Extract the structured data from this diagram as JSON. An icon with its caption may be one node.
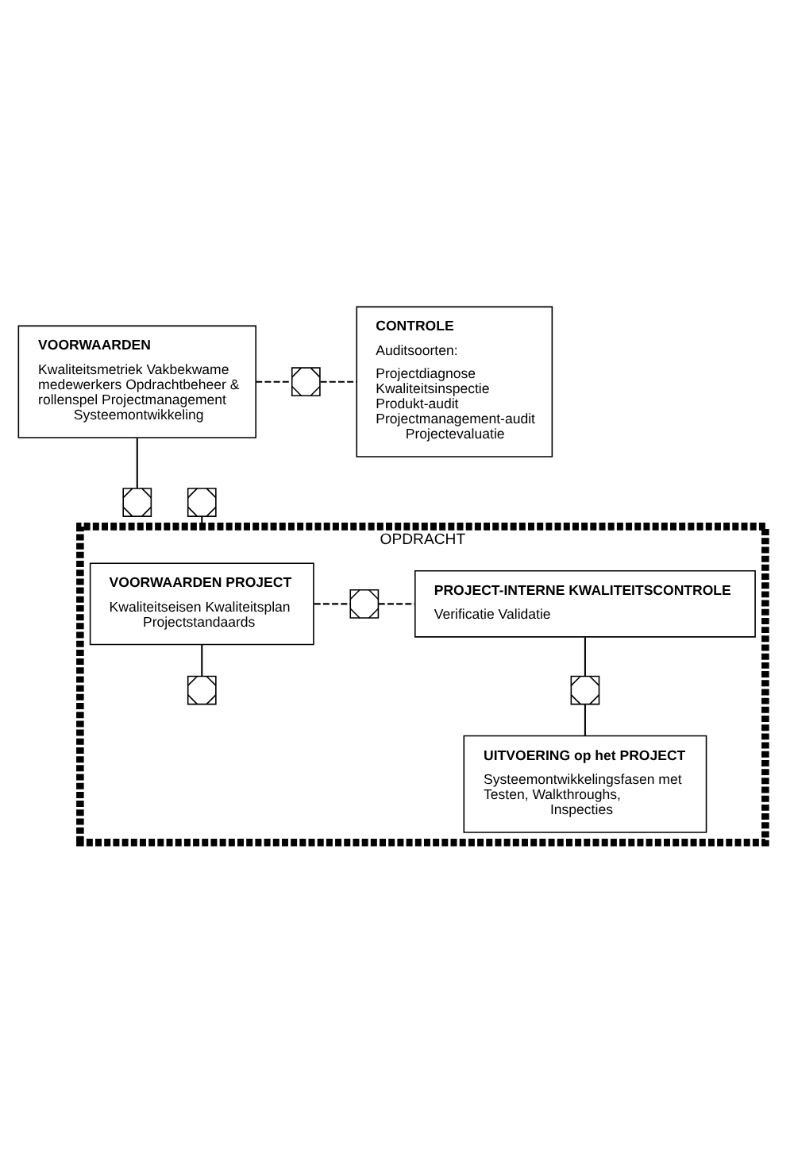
{
  "diagram": {
    "nodes": [
      {
        "text": [],
        "shape": "box"
      },
      {
        "text": [
          "VOORWAARDEN",
          "Kwaliteitsmetriek Vakbekwame medewerkers Opdrachtbeheer & rollenspel Projectmanagement Systeemontwikkeling"
        ]
      },
      {
        "text": [
          "CONTROLE",
          "Auditsoorten:",
          "Projectdiagnose Kwaliteitsinspectie Produkt-audit Projectmanagement-audit Projectevaluatie"
        ]
      },
      {
        "text": [],
        "shape": "box"
      },
      {
        "text": [],
        "shape": "box"
      },
      {
        "text": [
          "OPDRACHT"
        ]
      },
      {
        "text": [
          "VOORWAARDEN PROJECT",
          "Kwaliteitseisen Kwaliteitsplan Projectstandaards"
        ],
        "in": 5
      },
      {
        "text": [],
        "shape": "box",
        "in": 5
      },
      {
        "text": [
          "PROJECT-INTERNE KWALITEITSCONTROLE",
          "Verificatie Validatie"
        ],
        "in": 5
      },
      {
        "text": [],
        "shape": "box",
        "in": 5
      },
      {
        "text": [],
        "shape": "box",
        "in": 5
      },
      {
        "text": [
          "UITVOERING op het PROJECT",
          "Systeemontwikkelingsfasen met Testen, Walkthroughs, Inspecties"
        ],
        "in": 5
      }
    ],
    "edges": [
      {
        "from": 1,
        "to": 0,
        "arrow": "none",
        "style": "dashed"
      },
      {
        "from": 0,
        "to": 2,
        "arrow": "none",
        "style": "dashed"
      },
      {
        "from": 1,
        "to": 3,
        "arrow": "none"
      },
      {
        "from": 4,
        "to": 5,
        "arrow": "none"
      },
      {
        "from": 6,
        "to": 7,
        "arrow": "none",
        "style": "dashed"
      },
      {
        "from": 7,
        "to": 8,
        "arrow": "none",
        "style": "dashed"
      },
      {
        "from": 6,
        "to": 9,
        "arrow": "none"
      },
      {
        "from": 8,
        "to": 10,
        "arrow": "none"
      },
      {
        "from": 10,
        "to": 11,
        "arrow": "none"
      }
    ]
  }
}
